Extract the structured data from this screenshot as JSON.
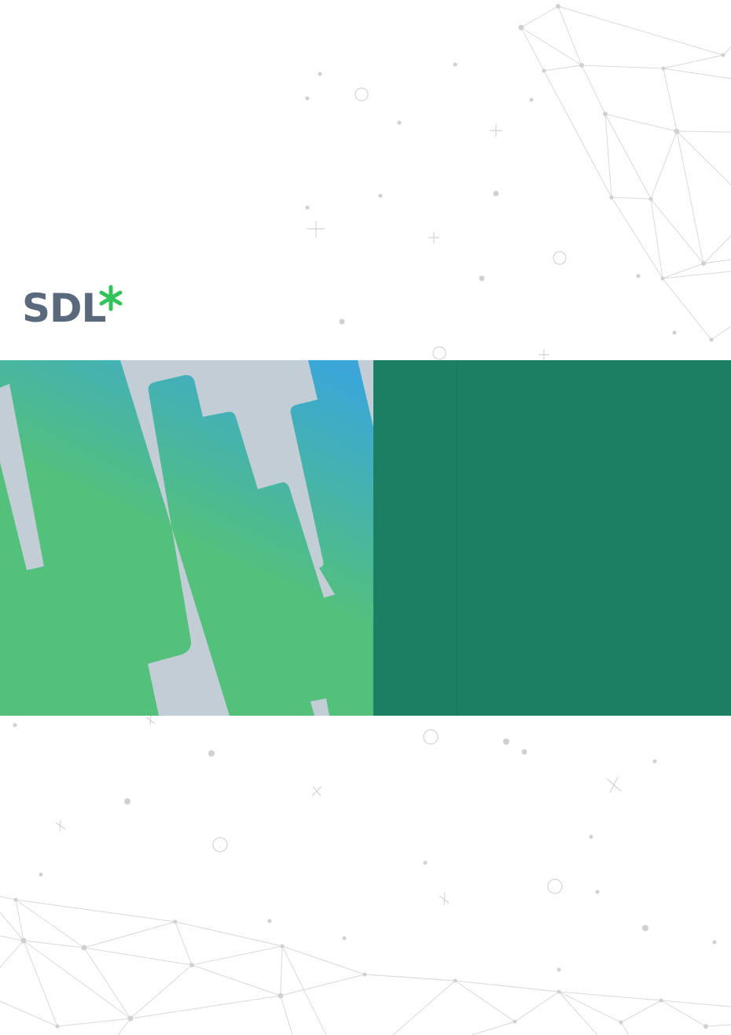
{
  "brand": {
    "logo_text": "SDL",
    "logo_text_color": "#5a6a7c",
    "logo_star_color": "#33c35a"
  },
  "colors": {
    "background": "#ffffff",
    "panel_green": "#1a7f63",
    "art_gray": "#c2cdd6",
    "gradient_blue": "#3aa7d8",
    "gradient_green": "#53c07c",
    "network_line": "#d9d9d9",
    "network_dot": "#d0d0d0"
  },
  "icons": [
    "logo-asterisk-icon",
    "network-decoration",
    "plus-mark",
    "circle-mark"
  ]
}
